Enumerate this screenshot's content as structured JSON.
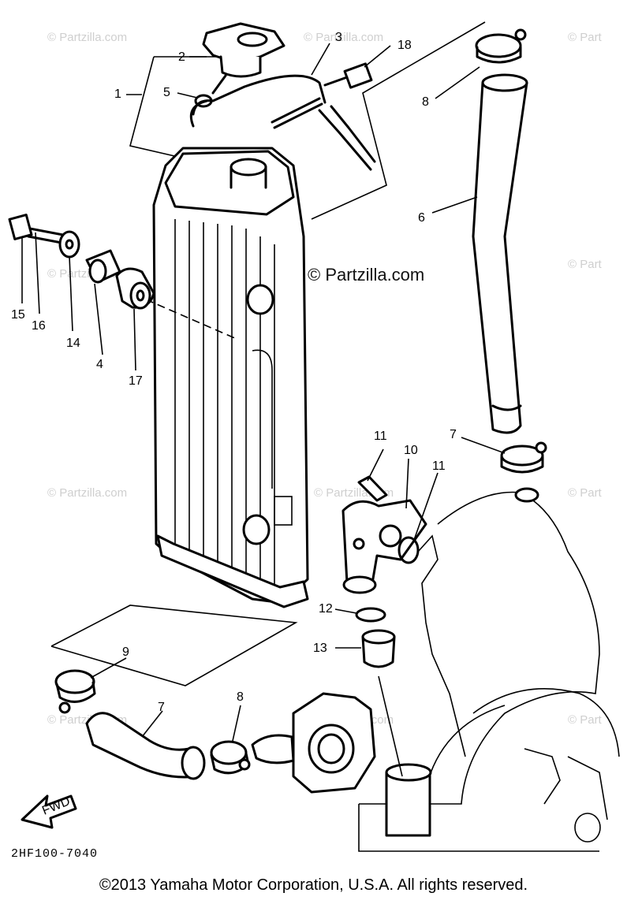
{
  "watermarks": {
    "main": "© Partzilla.com",
    "faint": "© Partzilla.com",
    "faint_edge": "© Part"
  },
  "callouts": [
    "1",
    "2",
    "3",
    "4",
    "5",
    "6",
    "7",
    "7",
    "8",
    "8",
    "9",
    "10",
    "11",
    "11",
    "12",
    "13",
    "14",
    "15",
    "16",
    "17",
    "18"
  ],
  "fwd_label": "FWD",
  "diagram_code": "2HF100-7040",
  "copyright": "©2013 Yamaha Motor Corporation, U.S.A. All rights reserved."
}
